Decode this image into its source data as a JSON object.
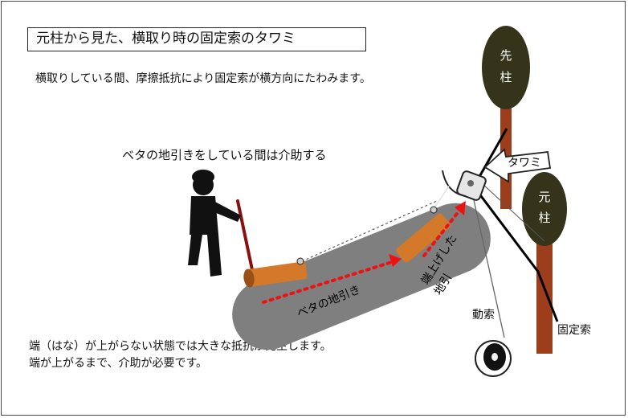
{
  "title": "元柱から見た、横取り時の固定索のタワミ",
  "subtitle": "横取りしている間、摩擦抵抗により固定索が横方向にたわみます。",
  "care_note": "ベタの地引きをしている間は介助する",
  "tree_saki": [
    "先",
    "柱"
  ],
  "tree_moto": [
    "元",
    "柱"
  ],
  "tawami_label": "タワミ",
  "beta_label": "ベタの地引き",
  "hana_label_1": "端上げした",
  "hana_label_2": "地引",
  "doso_label": "動索",
  "koteiso_label": "固定索",
  "bottom_line_1": "端（はな）が上がらない状態では大きな抵抗が発生します。",
  "bottom_line_2": "端が上がるまで、介助が必要です。",
  "colors": {
    "log": "#d4782a",
    "log_dark": "#9a4f15",
    "arrow": "#ee1111",
    "shade": "#7f7f7f",
    "crown": "#35341a",
    "trunk": "#9c3d1c",
    "worker": "#111111",
    "bar": "#8a1010"
  }
}
